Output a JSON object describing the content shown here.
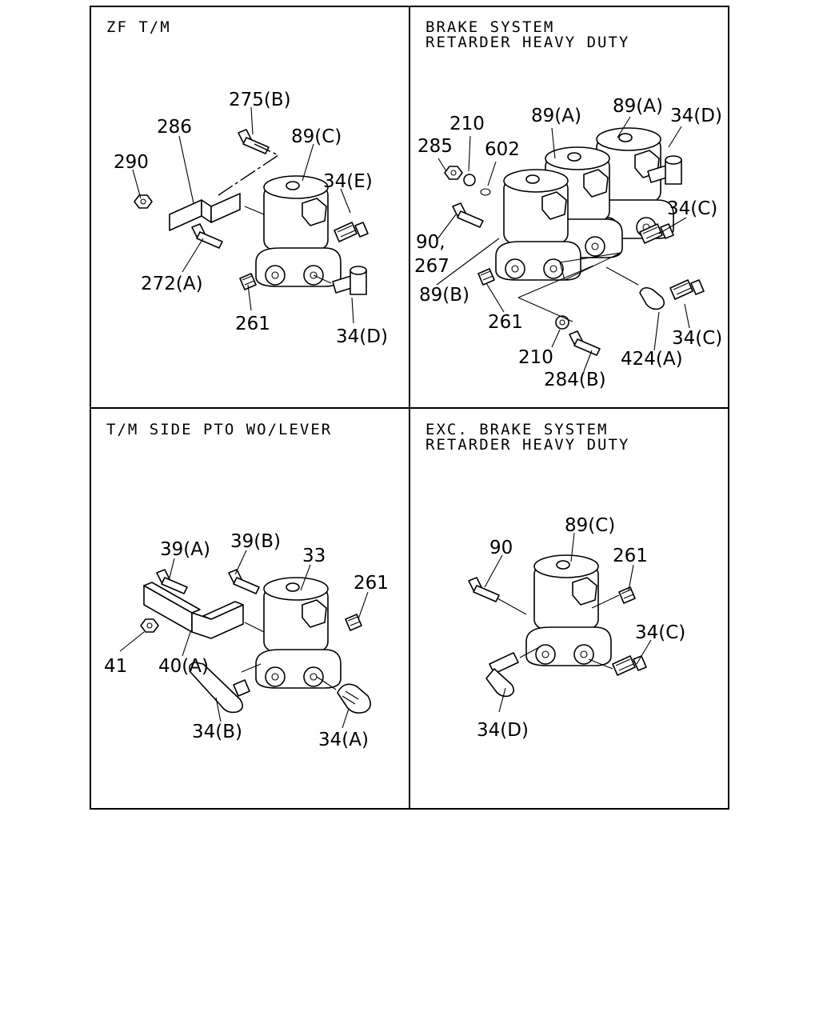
{
  "panels": {
    "top_left": {
      "title_lines": [
        "ZF T/M"
      ],
      "callouts": [
        "275(B)",
        "286",
        "89(C)",
        "290",
        "34(E)",
        "272(A)",
        "261",
        "34(D)"
      ]
    },
    "top_right": {
      "title_lines": [
        "BRAKE SYSTEM",
        "RETARDER HEAVY DUTY"
      ],
      "callouts": [
        "210",
        "89(A)",
        "89(A)",
        "34(D)",
        "285",
        "602",
        "34(C)",
        "90,",
        "267",
        "89(B)",
        "261",
        "34(C)",
        "210",
        "424(A)",
        "284(B)"
      ]
    },
    "bottom_left": {
      "title_lines": [
        "T/M SIDE PTO WO/LEVER"
      ],
      "callouts": [
        "39(A)",
        "39(B)",
        "33",
        "261",
        "41",
        "40(A)",
        "34(B)",
        "34(A)"
      ]
    },
    "bottom_right": {
      "title_lines": [
        "EXC. BRAKE SYSTEM",
        "RETARDER HEAVY DUTY"
      ],
      "callouts": [
        "89(C)",
        "90",
        "261",
        "34(C)",
        "34(D)"
      ]
    }
  }
}
